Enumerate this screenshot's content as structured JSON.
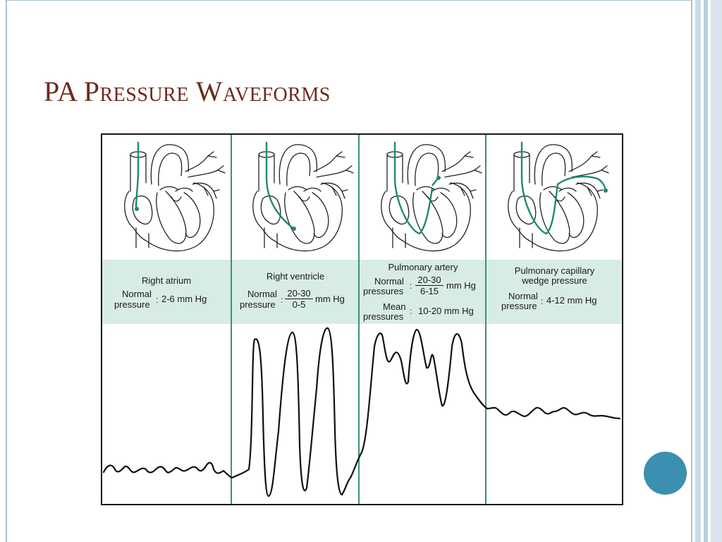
{
  "slide": {
    "title": "PA Pressure Waveforms"
  },
  "figure": {
    "panels": [
      {
        "heading_lines": [
          "Right atrium"
        ],
        "label_lines": [
          "Normal",
          "pressure"
        ],
        "value": "2-6 mm Hg"
      },
      {
        "heading_lines": [
          "Right ventricle"
        ],
        "label_lines": [
          "Normal",
          "pressure"
        ],
        "systolic": "20-30",
        "diastolic": "0-5",
        "unit": "mm Hg"
      },
      {
        "heading_lines": [
          "Pulmonary artery"
        ],
        "label_lines": [
          "Normal",
          "pressures"
        ],
        "systolic": "20-30",
        "diastolic": "6-15",
        "unit": "mm Hg",
        "mean_label_lines": [
          "Mean",
          "pressures"
        ],
        "mean_value": "10-20 mm Hg"
      },
      {
        "heading_lines": [
          "Pulmonary capillary",
          "wedge pressure"
        ],
        "label_lines": [
          "Normal",
          "pressure"
        ],
        "value": "4-12 mm Hg"
      }
    ],
    "colors": {
      "catheter": "#1d8a73",
      "band": "#d8ece6",
      "divider": "#3a8f7e",
      "trace": "#111111"
    }
  },
  "decor": {
    "accent_circle_color": "#3b8fb0"
  }
}
